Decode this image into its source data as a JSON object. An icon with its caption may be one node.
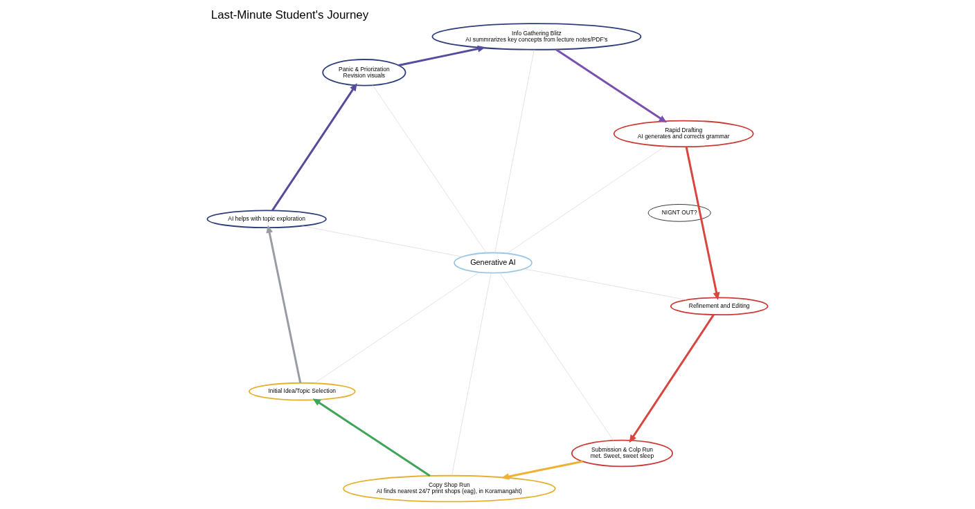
{
  "diagram": {
    "title": "Last-Minute Student's Journey",
    "nodes": [
      {
        "text": [
          "AI helps with topic exploration"
        ]
      },
      {
        "text": [
          "Panic & Priorization",
          "Revision visuals"
        ]
      },
      {
        "text": [
          "Initial Idea/Topic Selection"
        ]
      },
      {
        "text": [
          "NIGNT OUT?"
        ]
      },
      {
        "text": [
          "Info Gathering Blitz",
          "AI summrarizes key concepts from lecture notes/PDF's"
        ]
      },
      {
        "text": [
          "Generative AI"
        ]
      },
      {
        "text": [
          "Rapid Drafting",
          "AI generates and corrects grammar"
        ]
      },
      {
        "text": [
          "Copy Shop Run",
          "AI finds nearest 24/7 print shops (eag), in Koramangaht)"
        ]
      },
      {
        "text": [
          "Submission & Colp Run",
          "met. Sweet, sweet sleep"
        ]
      },
      {
        "text": [
          "Refinement and Editing"
        ]
      }
    ],
    "edges": [
      {
        "from": 2,
        "to": 0,
        "arrow": "to",
        "style": "thick",
        "color": "#9a9ca3"
      },
      {
        "from": 0,
        "to": 1,
        "arrow": "to",
        "style": "thick",
        "color": "#544c9c"
      },
      {
        "from": 1,
        "to": 4,
        "arrow": "to",
        "style": "thick",
        "color": "#544c9c"
      },
      {
        "from": 4,
        "to": 6,
        "arrow": "to",
        "style": "thick",
        "color": "#7a4fb0"
      },
      {
        "from": 6,
        "to": 9,
        "arrow": "to",
        "style": "thick",
        "color": "#d8463f"
      },
      {
        "from": 9,
        "to": 8,
        "arrow": "to",
        "style": "thick",
        "color": "#d8463f"
      },
      {
        "from": 8,
        "to": 7,
        "arrow": "to",
        "style": "thick",
        "color": "#efb132"
      },
      {
        "from": 7,
        "to": 2,
        "arrow": "to",
        "style": "thick",
        "color": "#3fa35a"
      },
      {
        "from": 5,
        "to": 0,
        "arrow": "none",
        "color": "#d0d0d0"
      },
      {
        "from": 5,
        "to": 1,
        "arrow": "none",
        "color": "#d0d0d0"
      },
      {
        "from": 5,
        "to": 4,
        "arrow": "none",
        "color": "#d0d0d0"
      },
      {
        "from": 5,
        "to": 6,
        "arrow": "none",
        "color": "#d0d0d0"
      },
      {
        "from": 5,
        "to": 9,
        "arrow": "none",
        "color": "#d0d0d0"
      },
      {
        "from": 5,
        "to": 8,
        "arrow": "none",
        "color": "#d0d0d0"
      },
      {
        "from": 5,
        "to": 7,
        "arrow": "none",
        "color": "#d0d0d0"
      },
      {
        "from": 5,
        "to": 2,
        "arrow": "none",
        "color": "#d0d0d0"
      }
    ]
  }
}
